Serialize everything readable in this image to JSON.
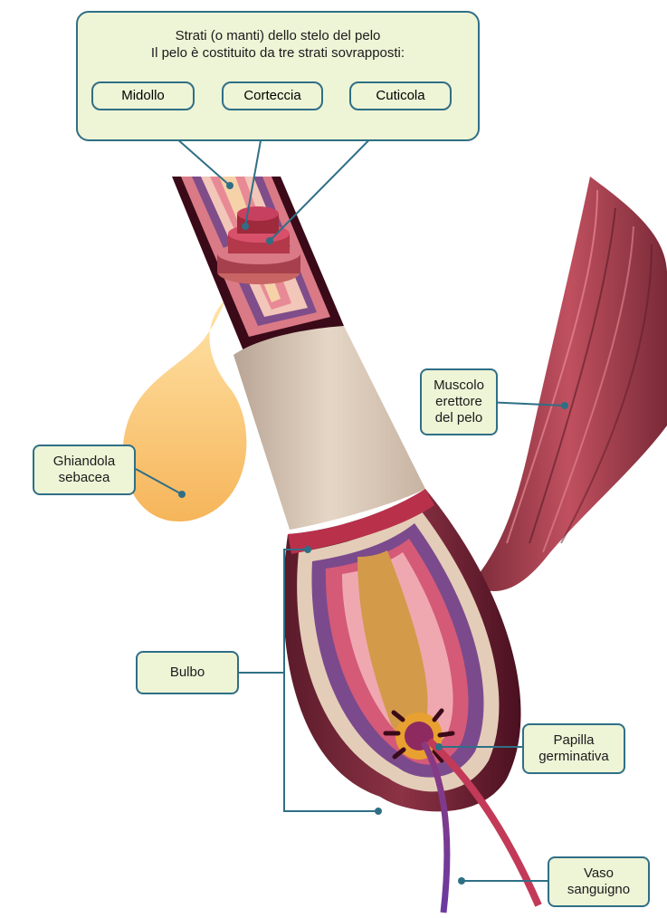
{
  "title": {
    "line1": "Strati (o manti) dello stelo del pelo",
    "line2": "Il pelo è costituito da tre strati sovrapposti:"
  },
  "layers": {
    "midollo": "Midollo",
    "corteccia": "Corteccia",
    "cuticola": "Cuticola"
  },
  "labels": {
    "ghiandola": [
      "Ghiandola",
      "sebacea"
    ],
    "muscolo": [
      "Muscolo",
      "erettore",
      "del pelo"
    ],
    "bulbo": [
      "Bulbo"
    ],
    "papilla": [
      "Papilla",
      "germinativa"
    ],
    "vaso": [
      "Vaso",
      "sanguigno"
    ]
  },
  "colors": {
    "box_fill": "#eef4d6",
    "box_border": "#2f6f86",
    "leader_line": "#2f6f86"
  }
}
